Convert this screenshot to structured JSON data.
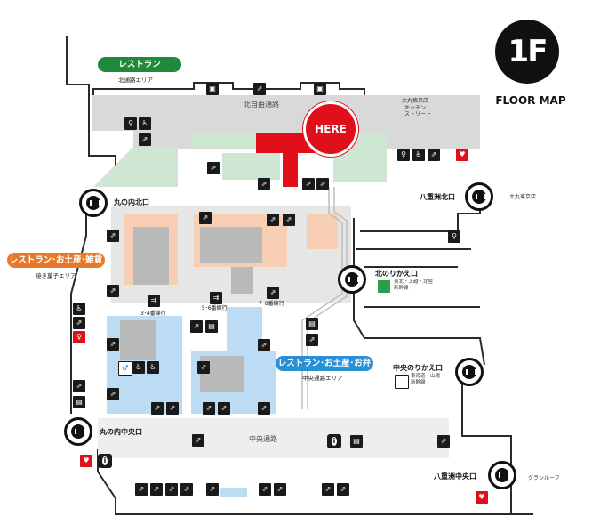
{
  "floor": {
    "badge": "1F",
    "title": "FLOOR MAP"
  },
  "here_marker": "HERE",
  "zones": {
    "restaurant_north": {
      "label": "レストラン",
      "sub": "北通路エリア",
      "color": "#1f8a3a"
    },
    "restaurant_souvenir_goods": {
      "label": "レストラン･お土産･雑貨",
      "sub": "焼き菓子エリア",
      "color": "#e8782a"
    },
    "restaurant_souvenir_bento": {
      "label": "レストラン･お土産･お弁当",
      "sub": "中央通路エリア",
      "color": "#2b8fd6"
    }
  },
  "passages": {
    "north": "北自由通路",
    "central": "中央通路"
  },
  "exits": {
    "marunouchi_north": "丸の内北口",
    "marunouchi_central": "丸の内中央口",
    "yaesu_north": "八重洲北口",
    "yaesu_central": "八重洲中央口"
  },
  "transfers": {
    "north": {
      "label": "北のりかえ口",
      "lines": "東北・上越・北陸\n新幹線"
    },
    "central": {
      "label": "中央のりかえ口",
      "lines": "東海道・山陽\n新幹線"
    }
  },
  "directions": {
    "daimaru_top": "大丸東京店",
    "kitchen_street": "キッチン\nストリート",
    "daimaru_right": "大丸東京店",
    "granroof": "グランルーフ"
  },
  "ticket_gates": {
    "t34": "3･4番線行",
    "t56": "5･6番線行",
    "t78": "7･8番線行"
  },
  "colors": {
    "here_red": "#e10f1a",
    "restaurant_green": "#1f8a3a",
    "souvenir_orange": "#e8782a",
    "bento_blue": "#2b8fd6",
    "shop_green": "#cfe6d3",
    "shop_peach": "#f7cfb4",
    "shop_blue": "#bcdcf3",
    "shop_gray": "#b9b9b9",
    "passage_gray": "#d9d9d9"
  },
  "icons": [
    "escalator-icon",
    "elevator-icon",
    "restroom-icon",
    "wheelchair-icon",
    "info-icon",
    "aed-icon",
    "locker-icon",
    "ticket-gate-icon"
  ]
}
